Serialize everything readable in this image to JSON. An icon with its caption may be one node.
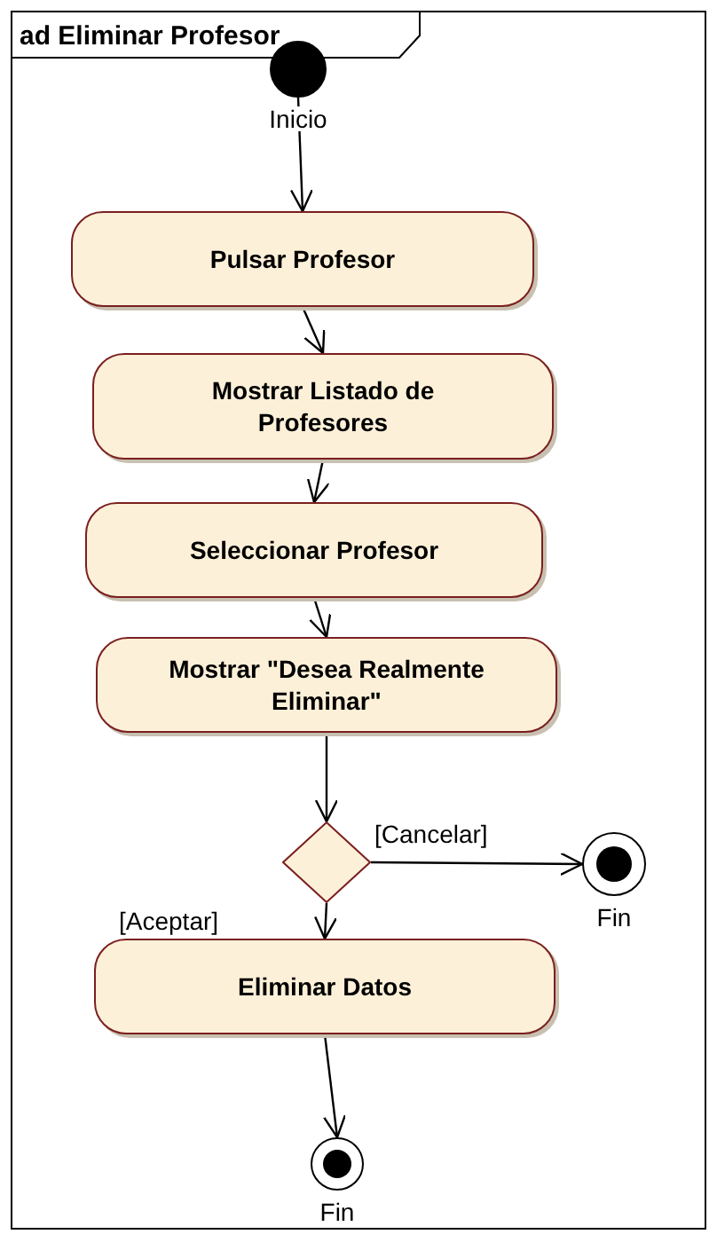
{
  "diagram": {
    "nodes": [
      {
        "text": [
          "ad Eliminar Profesor"
        ]
      },
      {
        "text": [],
        "shape": "circle",
        "beside": [
          "Inicio"
        ],
        "in": 0
      },
      {
        "text": [
          "Pulsar Profesor"
        ],
        "in": 0
      },
      {
        "text": [
          "Mostrar Listado de Profesores"
        ],
        "in": 0
      },
      {
        "text": [
          "Seleccionar Profesor"
        ],
        "in": 0
      },
      {
        "text": [
          "Mostrar \"Desea Realmente Eliminar\""
        ],
        "in": 0
      },
      {
        "text": [],
        "shape": "diamond",
        "in": 0
      },
      {
        "text": [],
        "shape": "circle",
        "beside": [
          "Fin"
        ],
        "in": 0
      },
      {
        "text": [
          "Eliminar Datos"
        ],
        "in": 0
      },
      {
        "text": [],
        "shape": "circle",
        "beside": [
          "Fin"
        ],
        "in": 0
      }
    ],
    "edges": [
      {
        "from": 1,
        "to": 2,
        "arrow": "to"
      },
      {
        "from": 2,
        "to": 3,
        "arrow": "to"
      },
      {
        "from": 3,
        "to": 4,
        "arrow": "to"
      },
      {
        "from": 4,
        "to": 5,
        "arrow": "to"
      },
      {
        "from": 5,
        "to": 6,
        "arrow": "to"
      },
      {
        "from": 6,
        "to": 7,
        "arrow": "to",
        "label": "[Cancelar]"
      },
      {
        "from": 6,
        "to": 8,
        "arrow": "to",
        "label": "[Aceptar]"
      },
      {
        "from": 8,
        "to": 9,
        "arrow": "to"
      }
    ]
  }
}
